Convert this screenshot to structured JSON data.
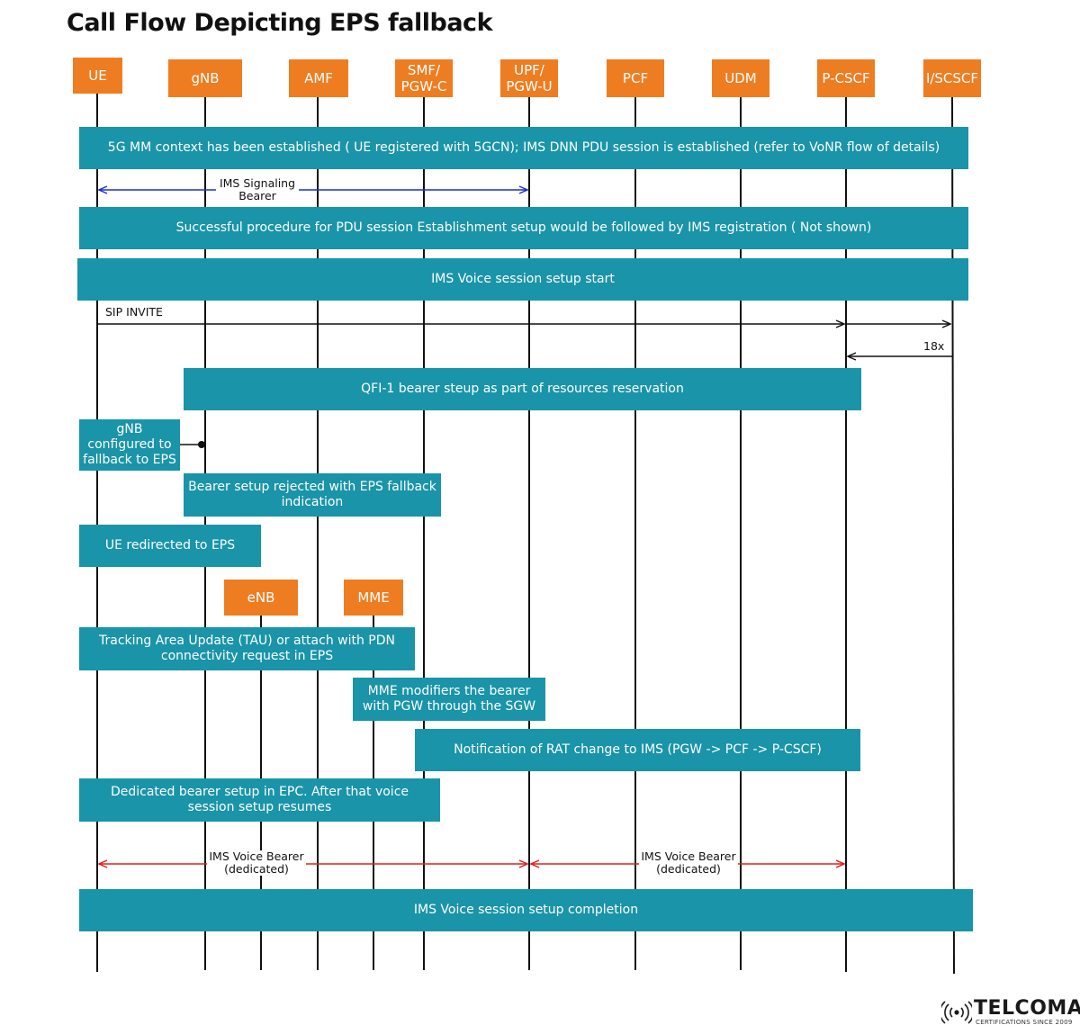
{
  "title": "Call Flow Depicting EPS fallback",
  "entities": {
    "ue": "UE",
    "gnb": "gNB",
    "amf": "AMF",
    "smf": "SMF/\nPGW-C",
    "upf": "UPF/\nPGW-U",
    "pcf": "PCF",
    "udm": "UDM",
    "pcscf": "P-CSCF",
    "iscscf": "I/SCSCF",
    "enb": "eNB",
    "mme": "MME"
  },
  "steps": {
    "mm_context": "5G MM context has been established ( UE registered with 5GCN); IMS DNN PDU session is established (refer to VoNR flow of details)",
    "ims_signaling": "IMS Signaling Bearer",
    "pdu_success": "Successful procedure for PDU session Establishment setup would be followed by IMS registration ( Not shown)",
    "voice_start": "IMS Voice session setup start",
    "sip_invite": "SIP INVITE",
    "resp_18x": "18x",
    "qfi_setup": "QFI-1 bearer steup as part of resources reservation",
    "gnb_configured": "gNB configured to fallback to EPS",
    "bearer_rejected": "Bearer setup rejected with EPS fallback indication",
    "ue_redirected": "UE redirected to EPS",
    "tau": "Tracking Area Update (TAU) or attach with PDN connectivity request in EPS",
    "mme_modifies": "MME modifiers the bearer with PGW through the SGW",
    "rat_change": "Notification of RAT change to IMS (PGW -> PCF -> P-CSCF)",
    "dedicated_setup": "Dedicated bearer setup in EPC. After that voice session setup resumes",
    "voice_bearer_1": "IMS Voice Bearer (dedicated)",
    "voice_bearer_2": "IMS Voice Bearer (dedicated)",
    "voice_complete": "IMS Voice session setup completion"
  },
  "logo": {
    "name": "TELCOMA",
    "tagline": "CERTIFICATIONS SINCE 2009"
  },
  "colors": {
    "entity": "#ee7d22",
    "box": "#1a94a8",
    "signaling_arrow": "#1a2fd6",
    "bearer_arrow": "#e01e1e",
    "message_arrow": "#111111"
  }
}
